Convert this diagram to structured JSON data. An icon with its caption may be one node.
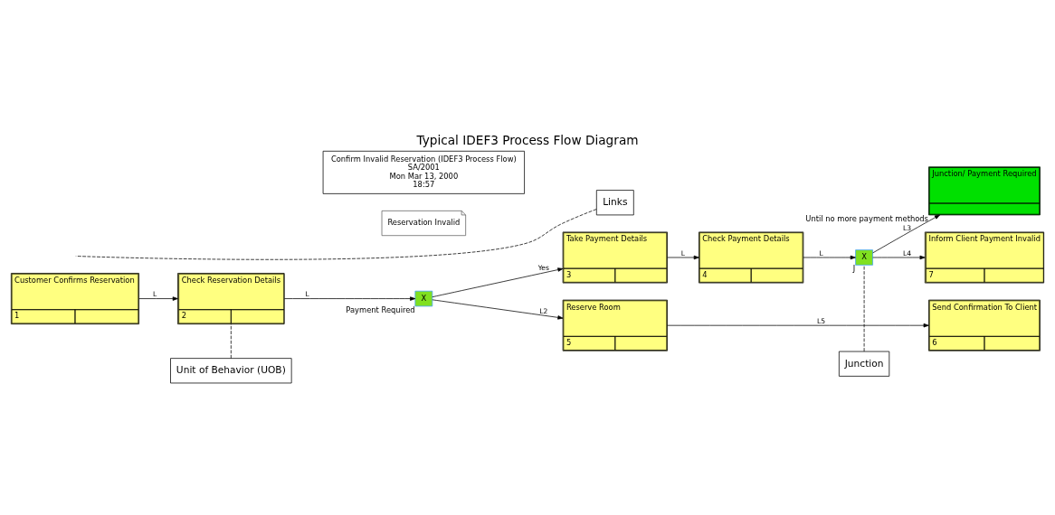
{
  "diagram": {
    "title": "Typical IDEF3 Process Flow Diagram",
    "nodes": [
      {
        "text": [
          "Customer Confirms Reservation",
          "1"
        ]
      },
      {
        "text": [
          "Check Reservation Details",
          "2"
        ]
      },
      {
        "text": [
          "X"
        ],
        "beside": [
          "Payment Required"
        ]
      },
      {
        "text": [
          "Take Payment Details",
          "3"
        ]
      },
      {
        "text": [
          "Check Payment Details",
          "4"
        ]
      },
      {
        "text": [
          "X"
        ],
        "beside": [
          "J"
        ]
      },
      {
        "text": [
          "Junction/ Payment Required"
        ],
        "beside": [
          "Until no more payment methods"
        ]
      },
      {
        "text": [
          "Reserve Room",
          "5"
        ]
      },
      {
        "text": [
          "Inform Client Payment Invalid",
          "7"
        ]
      },
      {
        "text": [
          "Send Confirmation To Client",
          "6"
        ]
      },
      {
        "text": [
          "Unit of Behavior (UOB)"
        ]
      },
      {
        "text": [
          "Junction"
        ]
      },
      {
        "text": [
          "Links"
        ]
      },
      {
        "text": [
          "Reservation Invalid"
        ]
      },
      {
        "text": [
          "Confirm Invalid Reservation (IDEF3 Process Flow)",
          "SA/2001",
          "Mon Mar 13, 2000",
          "18:57"
        ]
      }
    ],
    "edges": [
      {
        "from": 0,
        "to": 1,
        "arrow": "to",
        "label": "L"
      },
      {
        "from": 1,
        "to": 2,
        "arrow": "to",
        "label": "L"
      },
      {
        "from": 2,
        "to": 3,
        "arrow": "to",
        "label": "Yes"
      },
      {
        "from": 2,
        "to": 7,
        "arrow": "to",
        "label": "L2"
      },
      {
        "from": 3,
        "to": 4,
        "arrow": "to",
        "label": "L"
      },
      {
        "from": 4,
        "to": 5,
        "arrow": "to",
        "label": "L"
      },
      {
        "from": 5,
        "to": 6,
        "arrow": "to",
        "label": "L3"
      },
      {
        "from": 5,
        "to": 8,
        "arrow": "to",
        "label": "L4"
      },
      {
        "from": 7,
        "to": 9,
        "arrow": "to",
        "label": "L5"
      },
      {
        "from": 10,
        "to": 1,
        "arrow": "none",
        "style": "dashed"
      },
      {
        "from": 11,
        "to": 5,
        "arrow": "none",
        "style": "dashed"
      },
      {
        "from": 12,
        "to": null,
        "arrow": "none",
        "style": "dashed"
      }
    ]
  }
}
